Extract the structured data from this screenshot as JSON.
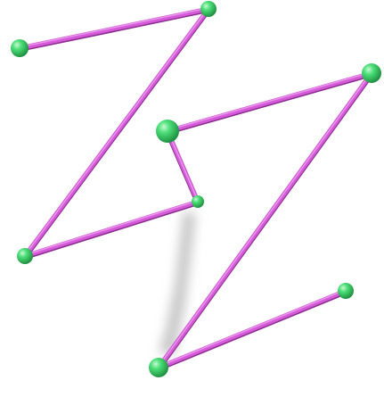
{
  "molecule": {
    "atoms": [
      {
        "id": "atom-1"
      },
      {
        "id": "atom-2"
      },
      {
        "id": "atom-3"
      },
      {
        "id": "atom-4"
      },
      {
        "id": "atom-5"
      },
      {
        "id": "atom-6"
      },
      {
        "id": "atom-7"
      },
      {
        "id": "atom-8"
      }
    ],
    "bonds": [
      {
        "id": "bond-1-2",
        "from": 0,
        "to": 1
      },
      {
        "id": "bond-2-3",
        "from": 1,
        "to": 2
      },
      {
        "id": "bond-3-4",
        "from": 2,
        "to": 3
      },
      {
        "id": "bond-4-5",
        "from": 3,
        "to": 4
      },
      {
        "id": "bond-5-6",
        "from": 4,
        "to": 5
      },
      {
        "id": "bond-6-7",
        "from": 5,
        "to": 6
      },
      {
        "id": "bond-7-8",
        "from": 6,
        "to": 7
      }
    ],
    "colors": {
      "atom": "#3fd66a",
      "atom_highlight": "#b8f5c8",
      "atom_dark": "#1f9a43",
      "bond": "#d45ad8",
      "bond_light": "#f0a6f2",
      "bond_dark": "#8a2a8f",
      "shadow": "#9a9a9a",
      "background": "#ffffff"
    }
  }
}
